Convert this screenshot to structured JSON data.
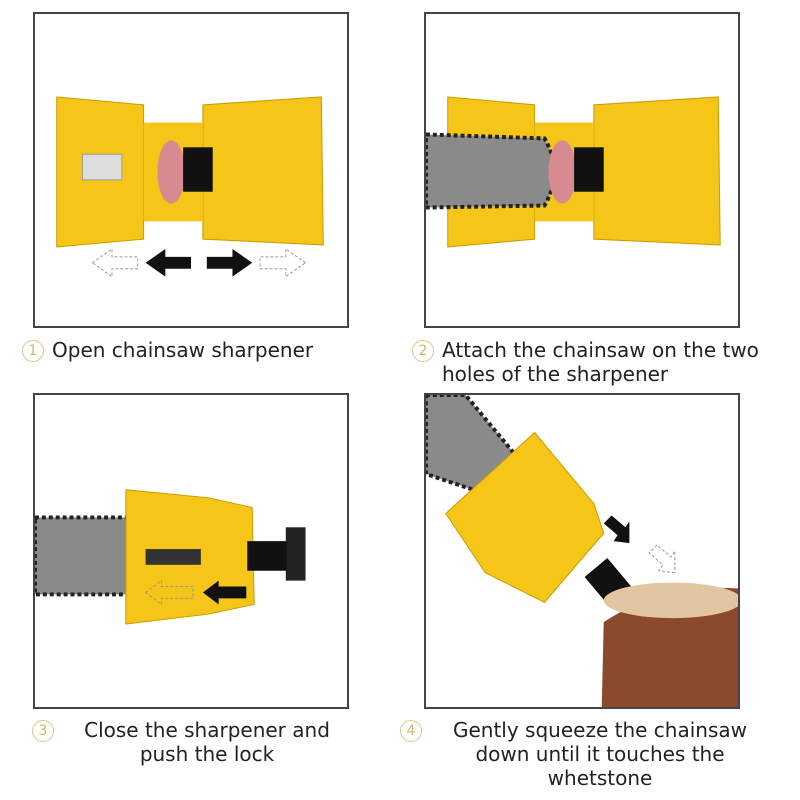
{
  "steps": [
    {
      "number": "1",
      "text": "Open chainsaw sharpener"
    },
    {
      "number": "2",
      "text": "Attach the chainsaw on the two holes of the sharpener"
    },
    {
      "number": "3",
      "text": "Close the sharpener and push the lock"
    },
    {
      "number": "4",
      "text": "Gently squeeze the chainsaw down until it touches the whetstone"
    }
  ],
  "colors": {
    "yellow": "#f5c518",
    "border": "#444444",
    "bar": "#8a8a8a"
  }
}
